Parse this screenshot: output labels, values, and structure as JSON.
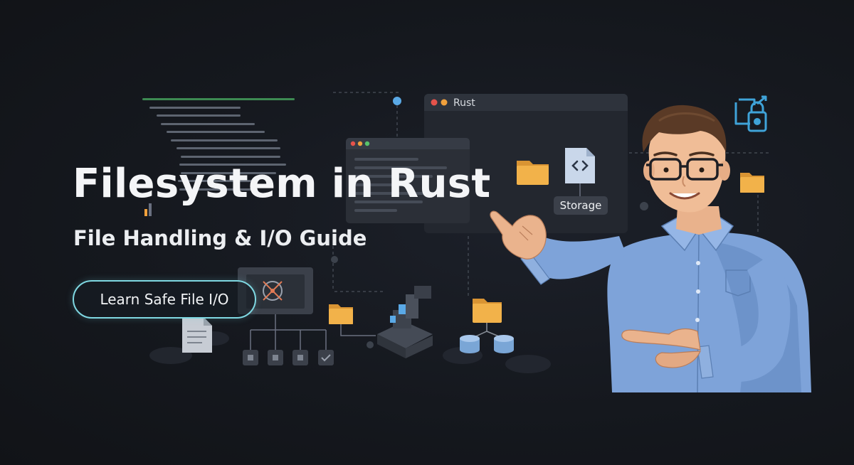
{
  "hero": {
    "title": "Filesystem in Rust",
    "subtitle": "File Handling & I/O Guide",
    "cta_label": "Learn Safe File I/O"
  },
  "rust_window": {
    "title": "Rust",
    "storage_label": "Storage"
  },
  "icons": {
    "code_file": "code-file-icon",
    "folder": "folder-icon",
    "document": "document-icon",
    "database": "database-icon",
    "lock_network": "lock-network-icon",
    "robot_arm": "robot-arm-icon",
    "checkbox": "checkbox-icon"
  },
  "colors": {
    "background": "#15181e",
    "cta_border": "#7fd8e2",
    "folder": "#f2b24a",
    "accent_blue": "#5aa9e6",
    "dot_red": "#e5534b",
    "dot_orange": "#f0a03c",
    "dot_green": "#58c26a"
  }
}
